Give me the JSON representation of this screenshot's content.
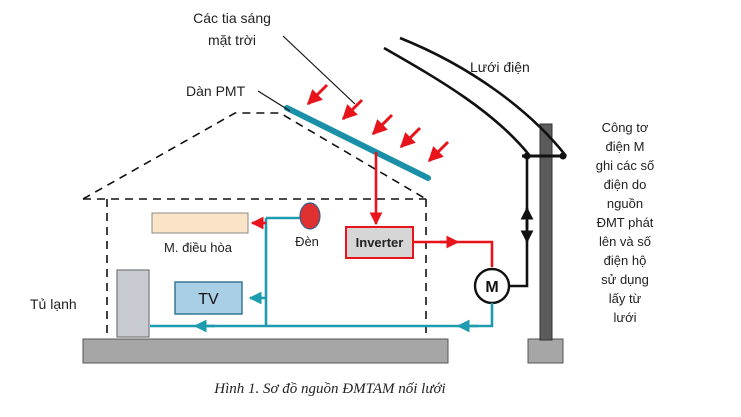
{
  "labels": {
    "sun_rays_line1": "Các tia sáng",
    "sun_rays_line2": "mặt trời",
    "panel": "Dàn PMT",
    "grid": "Lưới điện",
    "air_conditioner": "M. điều hòa",
    "lamp": "Đèn",
    "inverter": "Inverter",
    "tv": "TV",
    "fridge": "Tủ lạnh",
    "meter": "M"
  },
  "meter_note": [
    "Công tơ",
    "điện M",
    "ghi các số",
    "điện do",
    "nguồn",
    "ĐMT phát",
    "lên và số",
    "điện hộ",
    "sử dụng",
    "lấy từ",
    "lưới"
  ],
  "caption": "Hình 1. Sơ đồ nguồn ĐMTAM nối lưới",
  "colors": {
    "teal_wire": "#1f9bb0",
    "red_wire": "#e8141c",
    "panel": "#1a8fa8",
    "ground": "#a6a6a6",
    "pole": "#5b5b5b",
    "fridge": "#c8ccd2",
    "tv_fill": "#a9cfe6",
    "ac_fill": "#fbe3c8",
    "lamp_fill": "#e0302f",
    "inverter_fill": "#d6d6d6"
  }
}
